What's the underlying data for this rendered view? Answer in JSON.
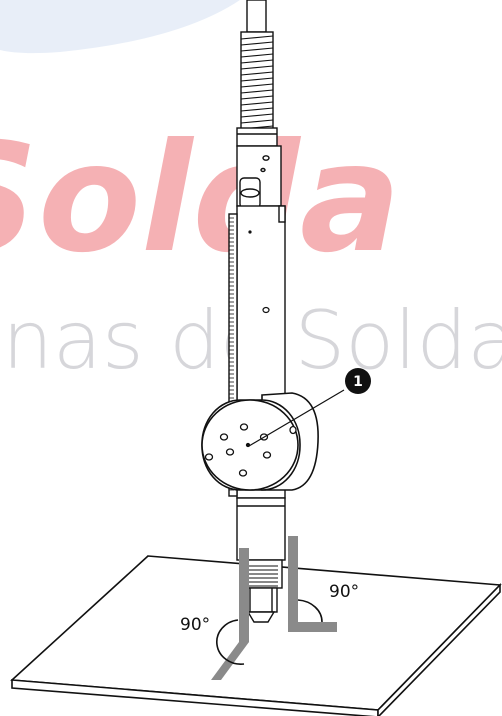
{
  "watermark": {
    "logo_text": "Solda",
    "sub_text": "inas de Solda",
    "colors": {
      "logo": "#f4a4a8",
      "sub": "#d0d0d4",
      "swoosh": "#e4ecf7"
    }
  },
  "diagram": {
    "angle_left_label": "90°",
    "angle_right_label": "90°",
    "callout_number": "1",
    "colors": {
      "line": "#111111",
      "gauge": "#8a8a8a",
      "fill": "#ffffff"
    }
  }
}
